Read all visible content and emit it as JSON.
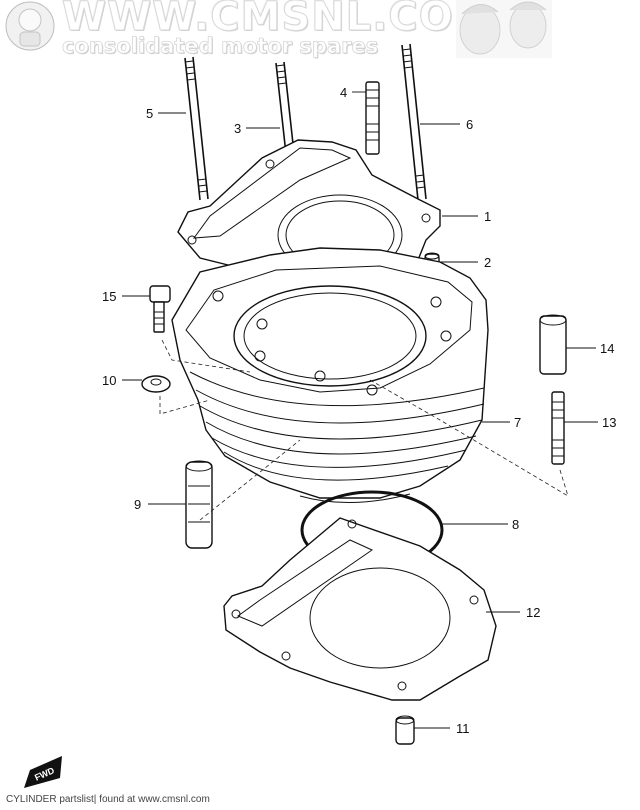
{
  "watermark": {
    "site": "WWW.CMSNL.COM",
    "tagline": "consolidated motor spares"
  },
  "footer": {
    "text": "CYLINDER partslist| found at www.cmsnl.com"
  },
  "fwd_mark": "FWD",
  "callouts": {
    "c1": "1",
    "c2": "2",
    "c3": "3",
    "c4": "4",
    "c5": "5",
    "c6": "6",
    "c7": "7",
    "c8": "8",
    "c9": "9",
    "c10": "10",
    "c11": "11",
    "c12": "12",
    "c13": "13",
    "c14": "14",
    "c15": "15"
  }
}
